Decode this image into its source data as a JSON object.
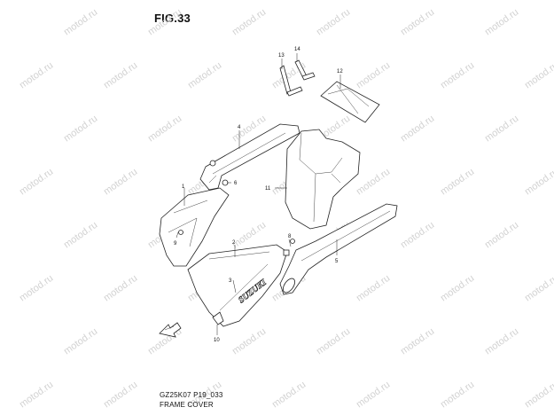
{
  "figure": {
    "title": "FIG.33",
    "code": "GZ25K07 P19_033",
    "name": "FRAME COVER"
  },
  "watermark": {
    "text": "motod.ru",
    "color": "#d2d2d2"
  },
  "callouts": [
    "1",
    "2",
    "3",
    "4",
    "5",
    "6",
    "8",
    "9",
    "10",
    "11",
    "12",
    "13",
    "14"
  ],
  "decal_text": "SUZUKI",
  "colors": {
    "line": "#222222",
    "background": "#ffffff"
  }
}
